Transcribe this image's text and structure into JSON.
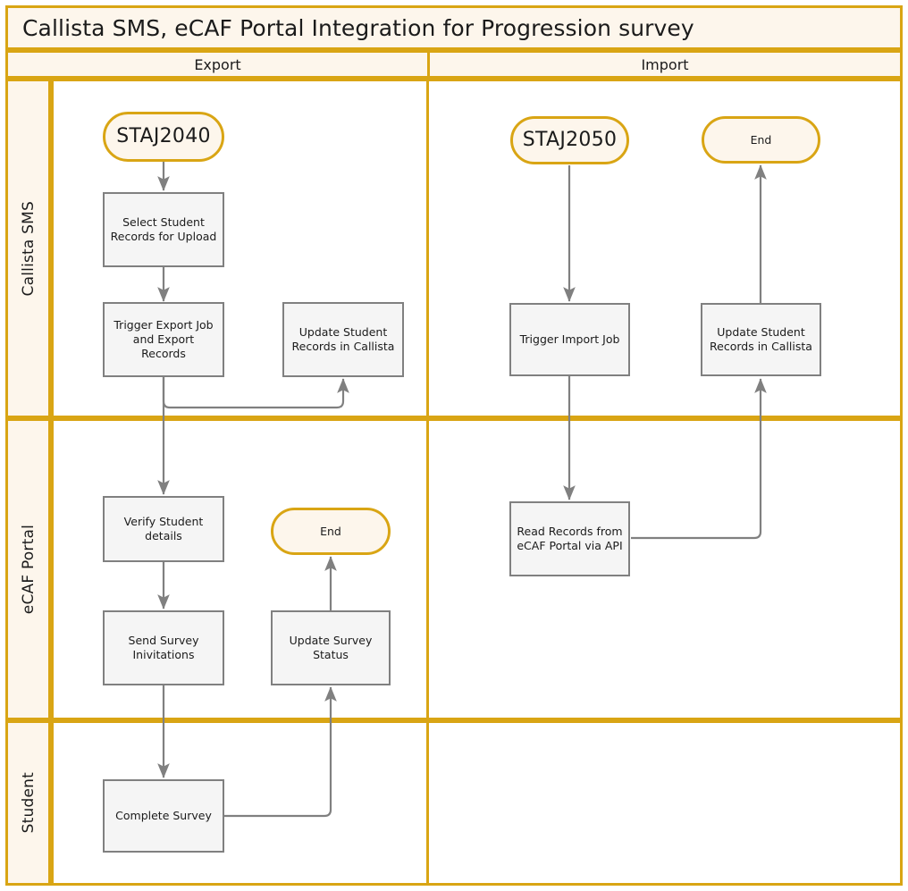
{
  "diagram": {
    "title": "Callista SMS, eCAF Portal Integration for Progression survey",
    "phases": [
      {
        "id": "export",
        "label": "Export"
      },
      {
        "id": "import",
        "label": "Import"
      }
    ],
    "lanes": [
      {
        "id": "callista-sms",
        "label": "Callista SMS"
      },
      {
        "id": "ecaf-portal",
        "label": "eCAF Portal"
      },
      {
        "id": "student",
        "label": "Student"
      }
    ],
    "colors": {
      "frame": "#d9a514",
      "lane_header_fill": "#fdf6ec",
      "terminator_border": "#d9a514",
      "terminator_fill": "#fdf6ec",
      "process_fill": "#f5f5f5",
      "process_border": "#808080",
      "connector": "#808080",
      "text": "#1b1b1b",
      "canvas": "#ffffff"
    },
    "nodes": [
      {
        "id": "staj2040",
        "type": "terminator",
        "lane": "callista-sms",
        "phase": "export",
        "label": "STAJ2040"
      },
      {
        "id": "select-records",
        "type": "process",
        "lane": "callista-sms",
        "phase": "export",
        "label": "Select Student Records for Upload"
      },
      {
        "id": "trigger-export",
        "type": "process",
        "lane": "callista-sms",
        "phase": "export",
        "label": "Trigger Export Job and Export Records"
      },
      {
        "id": "update-callista-export",
        "type": "process",
        "lane": "callista-sms",
        "phase": "export",
        "label": "Update Student Records in Callista"
      },
      {
        "id": "verify-student",
        "type": "process",
        "lane": "ecaf-portal",
        "phase": "export",
        "label": "Verify Student details"
      },
      {
        "id": "end-export",
        "type": "terminator",
        "lane": "ecaf-portal",
        "phase": "export",
        "label": "End"
      },
      {
        "id": "send-survey",
        "type": "process",
        "lane": "ecaf-portal",
        "phase": "export",
        "label": "Send Survey Inivitations"
      },
      {
        "id": "update-survey-status",
        "type": "process",
        "lane": "ecaf-portal",
        "phase": "export",
        "label": "Update Survey Status"
      },
      {
        "id": "complete-survey",
        "type": "process",
        "lane": "student",
        "phase": "export",
        "label": "Complete Survey"
      },
      {
        "id": "staj2050",
        "type": "terminator",
        "lane": "callista-sms",
        "phase": "import",
        "label": "STAJ2050"
      },
      {
        "id": "end-import",
        "type": "terminator",
        "lane": "callista-sms",
        "phase": "import",
        "label": "End"
      },
      {
        "id": "trigger-import",
        "type": "process",
        "lane": "callista-sms",
        "phase": "import",
        "label": "Trigger Import Job"
      },
      {
        "id": "update-callista-import",
        "type": "process",
        "lane": "callista-sms",
        "phase": "import",
        "label": "Update Student Records in Callista"
      },
      {
        "id": "read-records",
        "type": "process",
        "lane": "ecaf-portal",
        "phase": "import",
        "label": "Read Records from eCAF Portal via API"
      }
    ],
    "edges": [
      {
        "from": "staj2040",
        "to": "select-records"
      },
      {
        "from": "select-records",
        "to": "trigger-export"
      },
      {
        "from": "trigger-export",
        "to": "update-callista-export"
      },
      {
        "from": "trigger-export",
        "to": "verify-student"
      },
      {
        "from": "verify-student",
        "to": "send-survey"
      },
      {
        "from": "send-survey",
        "to": "complete-survey"
      },
      {
        "from": "complete-survey",
        "to": "update-survey-status"
      },
      {
        "from": "update-survey-status",
        "to": "end-export"
      },
      {
        "from": "staj2050",
        "to": "trigger-import"
      },
      {
        "from": "trigger-import",
        "to": "read-records"
      },
      {
        "from": "read-records",
        "to": "update-callista-import"
      },
      {
        "from": "update-callista-import",
        "to": "end-import"
      }
    ]
  }
}
